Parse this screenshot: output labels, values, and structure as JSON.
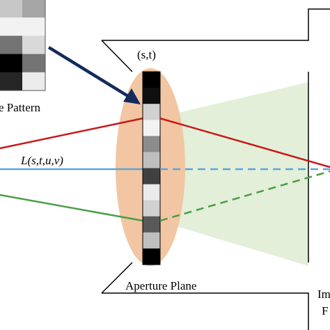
{
  "labels": {
    "pattern_caption": "e Pattern",
    "st_coordinate": "(s,t)",
    "light_field": "L(s,t,u,v)",
    "aperture_plane": "Aperture Plane",
    "cut_off_line1": "Im",
    "cut_off_line2": "F"
  },
  "mask": {
    "cell_gray_levels": [
      0.0,
      0.06,
      0.82,
      0.95,
      0.55,
      0.75,
      0.25,
      0.92,
      0.82,
      0.35,
      0.75,
      0.0
    ]
  },
  "pattern_thumbnail": {
    "cell_gray_levels": [
      [
        0.78,
        0.65
      ],
      [
        0.95,
        0.95
      ],
      [
        0.45,
        0.85
      ],
      [
        0.0,
        0.45
      ],
      [
        0.15,
        0.92
      ]
    ]
  },
  "colors": {
    "lens_fill": "#f2c6a2",
    "red_ray": "#c81818",
    "blue_ray": "#5aa5dc",
    "green_ray": "#4a9e46",
    "cone_fill": "#e3efd8",
    "arrow": "#132a5e",
    "outline": "#000000"
  }
}
